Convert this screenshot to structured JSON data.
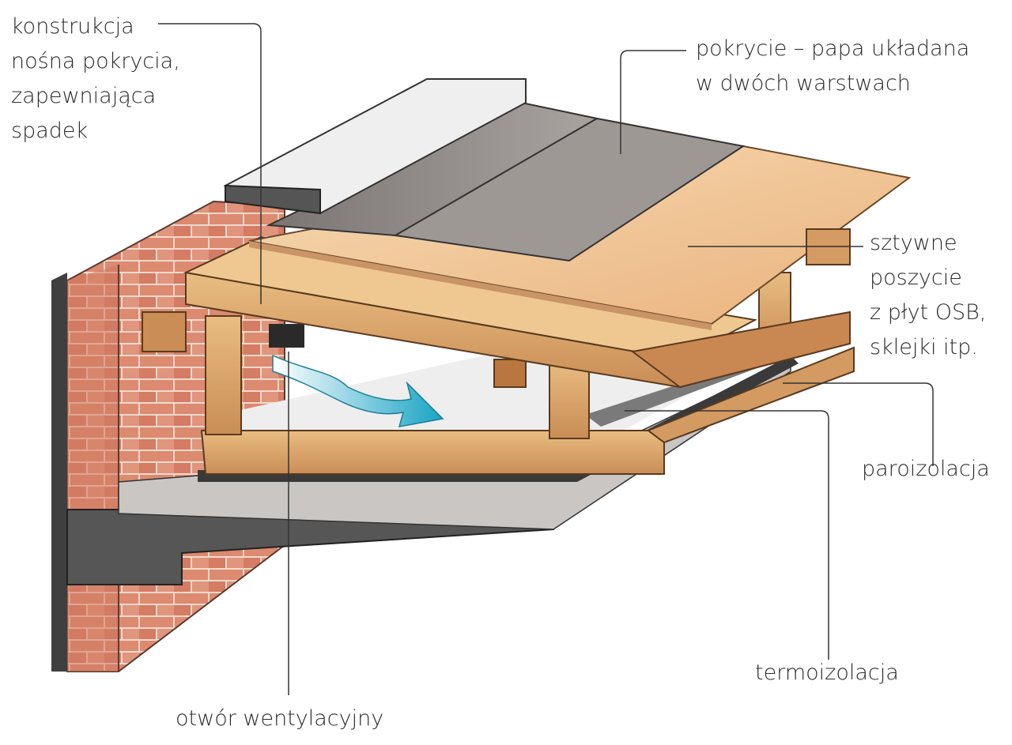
{
  "labels": {
    "konstrukcja": [
      "konstrukcja",
      "nośna pokrycia,",
      "zapewniająca",
      "spadek"
    ],
    "pokrycie": [
      "pokrycie – papa układana",
      "w dwóch warstwach"
    ],
    "poszycie": [
      "sztywne",
      "poszycie",
      "z płyt OSB,",
      "sklejki itp."
    ],
    "paroizolacja": "paroizolacja",
    "termoizolacja": "termoizolacja",
    "otwor": "otwór wentylacyjny"
  },
  "colors": {
    "brick": "#d9826a",
    "brick_mortar": "#f3d9cc",
    "timber": "#d9a56a",
    "roof_felt": "#8f8a88",
    "osb": "#f2c99a",
    "slab": "#555555",
    "airflow": "#2fb3c8",
    "leader": "#333333"
  },
  "icons": [
    "airflow-arrow-icon"
  ]
}
